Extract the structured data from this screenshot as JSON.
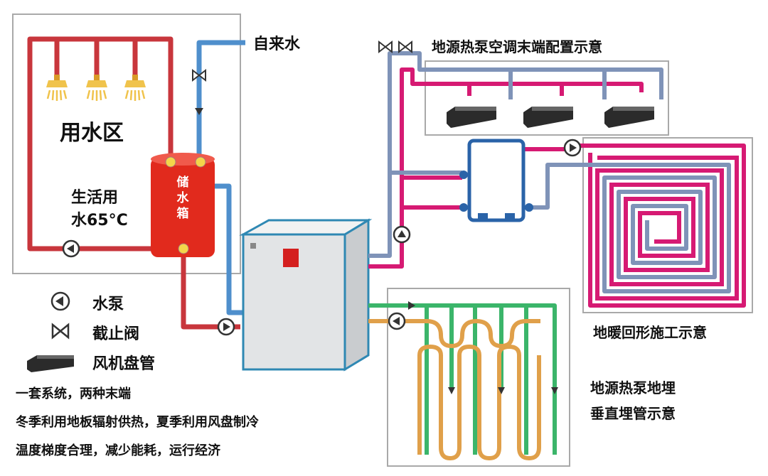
{
  "labels": {
    "water_zone": "用水区",
    "tap_water": "自来水",
    "domestic_water_1": "生活用",
    "domestic_water_2": "水65°C",
    "tank": "储水箱",
    "hvac_terminal": "地源热泵空调末端配置示意",
    "floor_heating": "地暖回形施工示意",
    "vertical_pipe_1": "地源热泵地埋",
    "vertical_pipe_2": "垂直埋管示意"
  },
  "legend": [
    {
      "icon": "pump-icon",
      "label": "水泵"
    },
    {
      "icon": "valve-icon",
      "label": "截止阀"
    },
    {
      "icon": "fan-coil-icon",
      "label": "风机盘管"
    }
  ],
  "notes": [
    "一套系统，两种末端",
    "冬季利用地板辐射供热，夏季利用风盘制冷",
    "温度梯度合理，减少能耗，运行经济"
  ],
  "colors": {
    "hot": "#c8363c",
    "cold": "#4f8fcc",
    "magenta": "#d61a73",
    "steel": "#7f93b8",
    "green": "#3bb56a",
    "orange": "#e0a04a",
    "unit": "#e2e4e6",
    "unit_edge": "#2f88b3",
    "tank": "#e12a1d"
  }
}
